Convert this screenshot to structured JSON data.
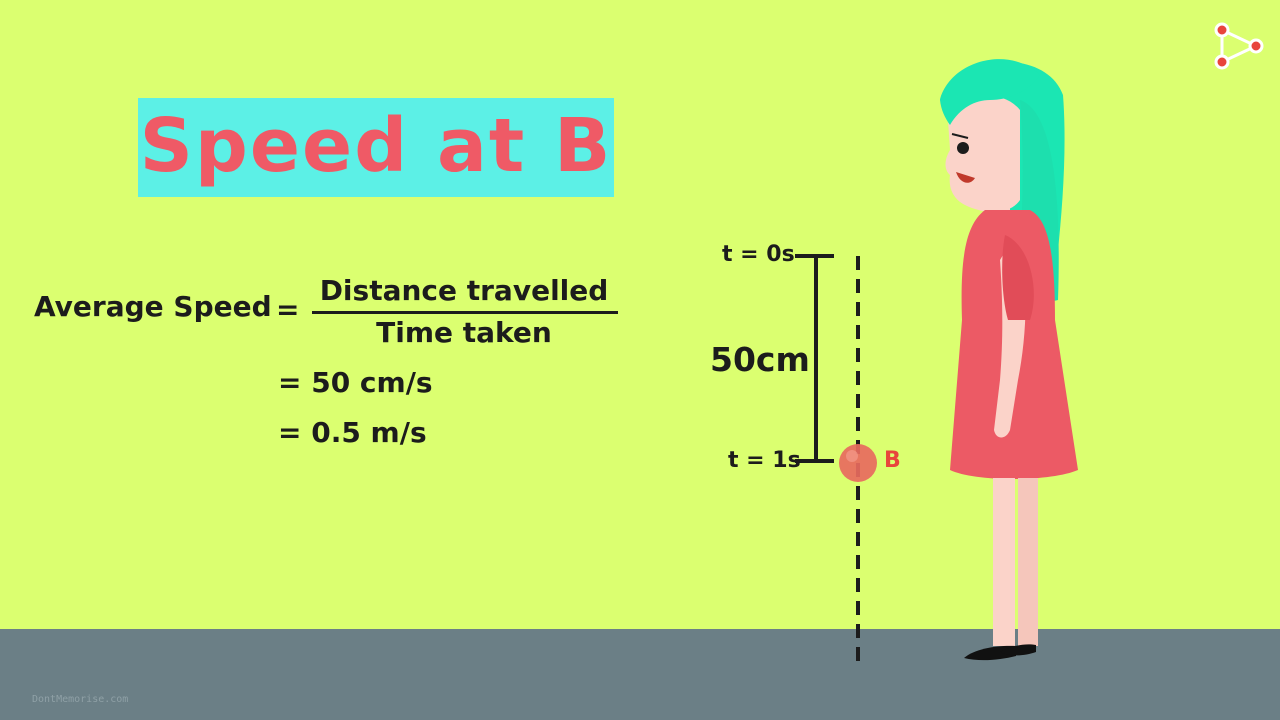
{
  "title": "Speed at B",
  "formula": {
    "label": "Average Speed",
    "equals": "=",
    "numerator": "Distance travelled",
    "denominator": "Time taken",
    "result_1": "= 50 cm/s",
    "result_2": "= 0.5 m/s"
  },
  "diagram": {
    "t_start": "t = 0s",
    "t_end": "t = 1s",
    "distance": "50cm",
    "point": "B"
  },
  "watermark": "DontMemorise.com",
  "colors": {
    "background": "#dbff70",
    "floor": "#6b7f86",
    "title_box": "#5cf0e6",
    "title_text": "#ef5a66",
    "ball": "#e86a5e",
    "point_label": "#e8453c"
  },
  "logo_icon": "play-triangle-logo-icon"
}
